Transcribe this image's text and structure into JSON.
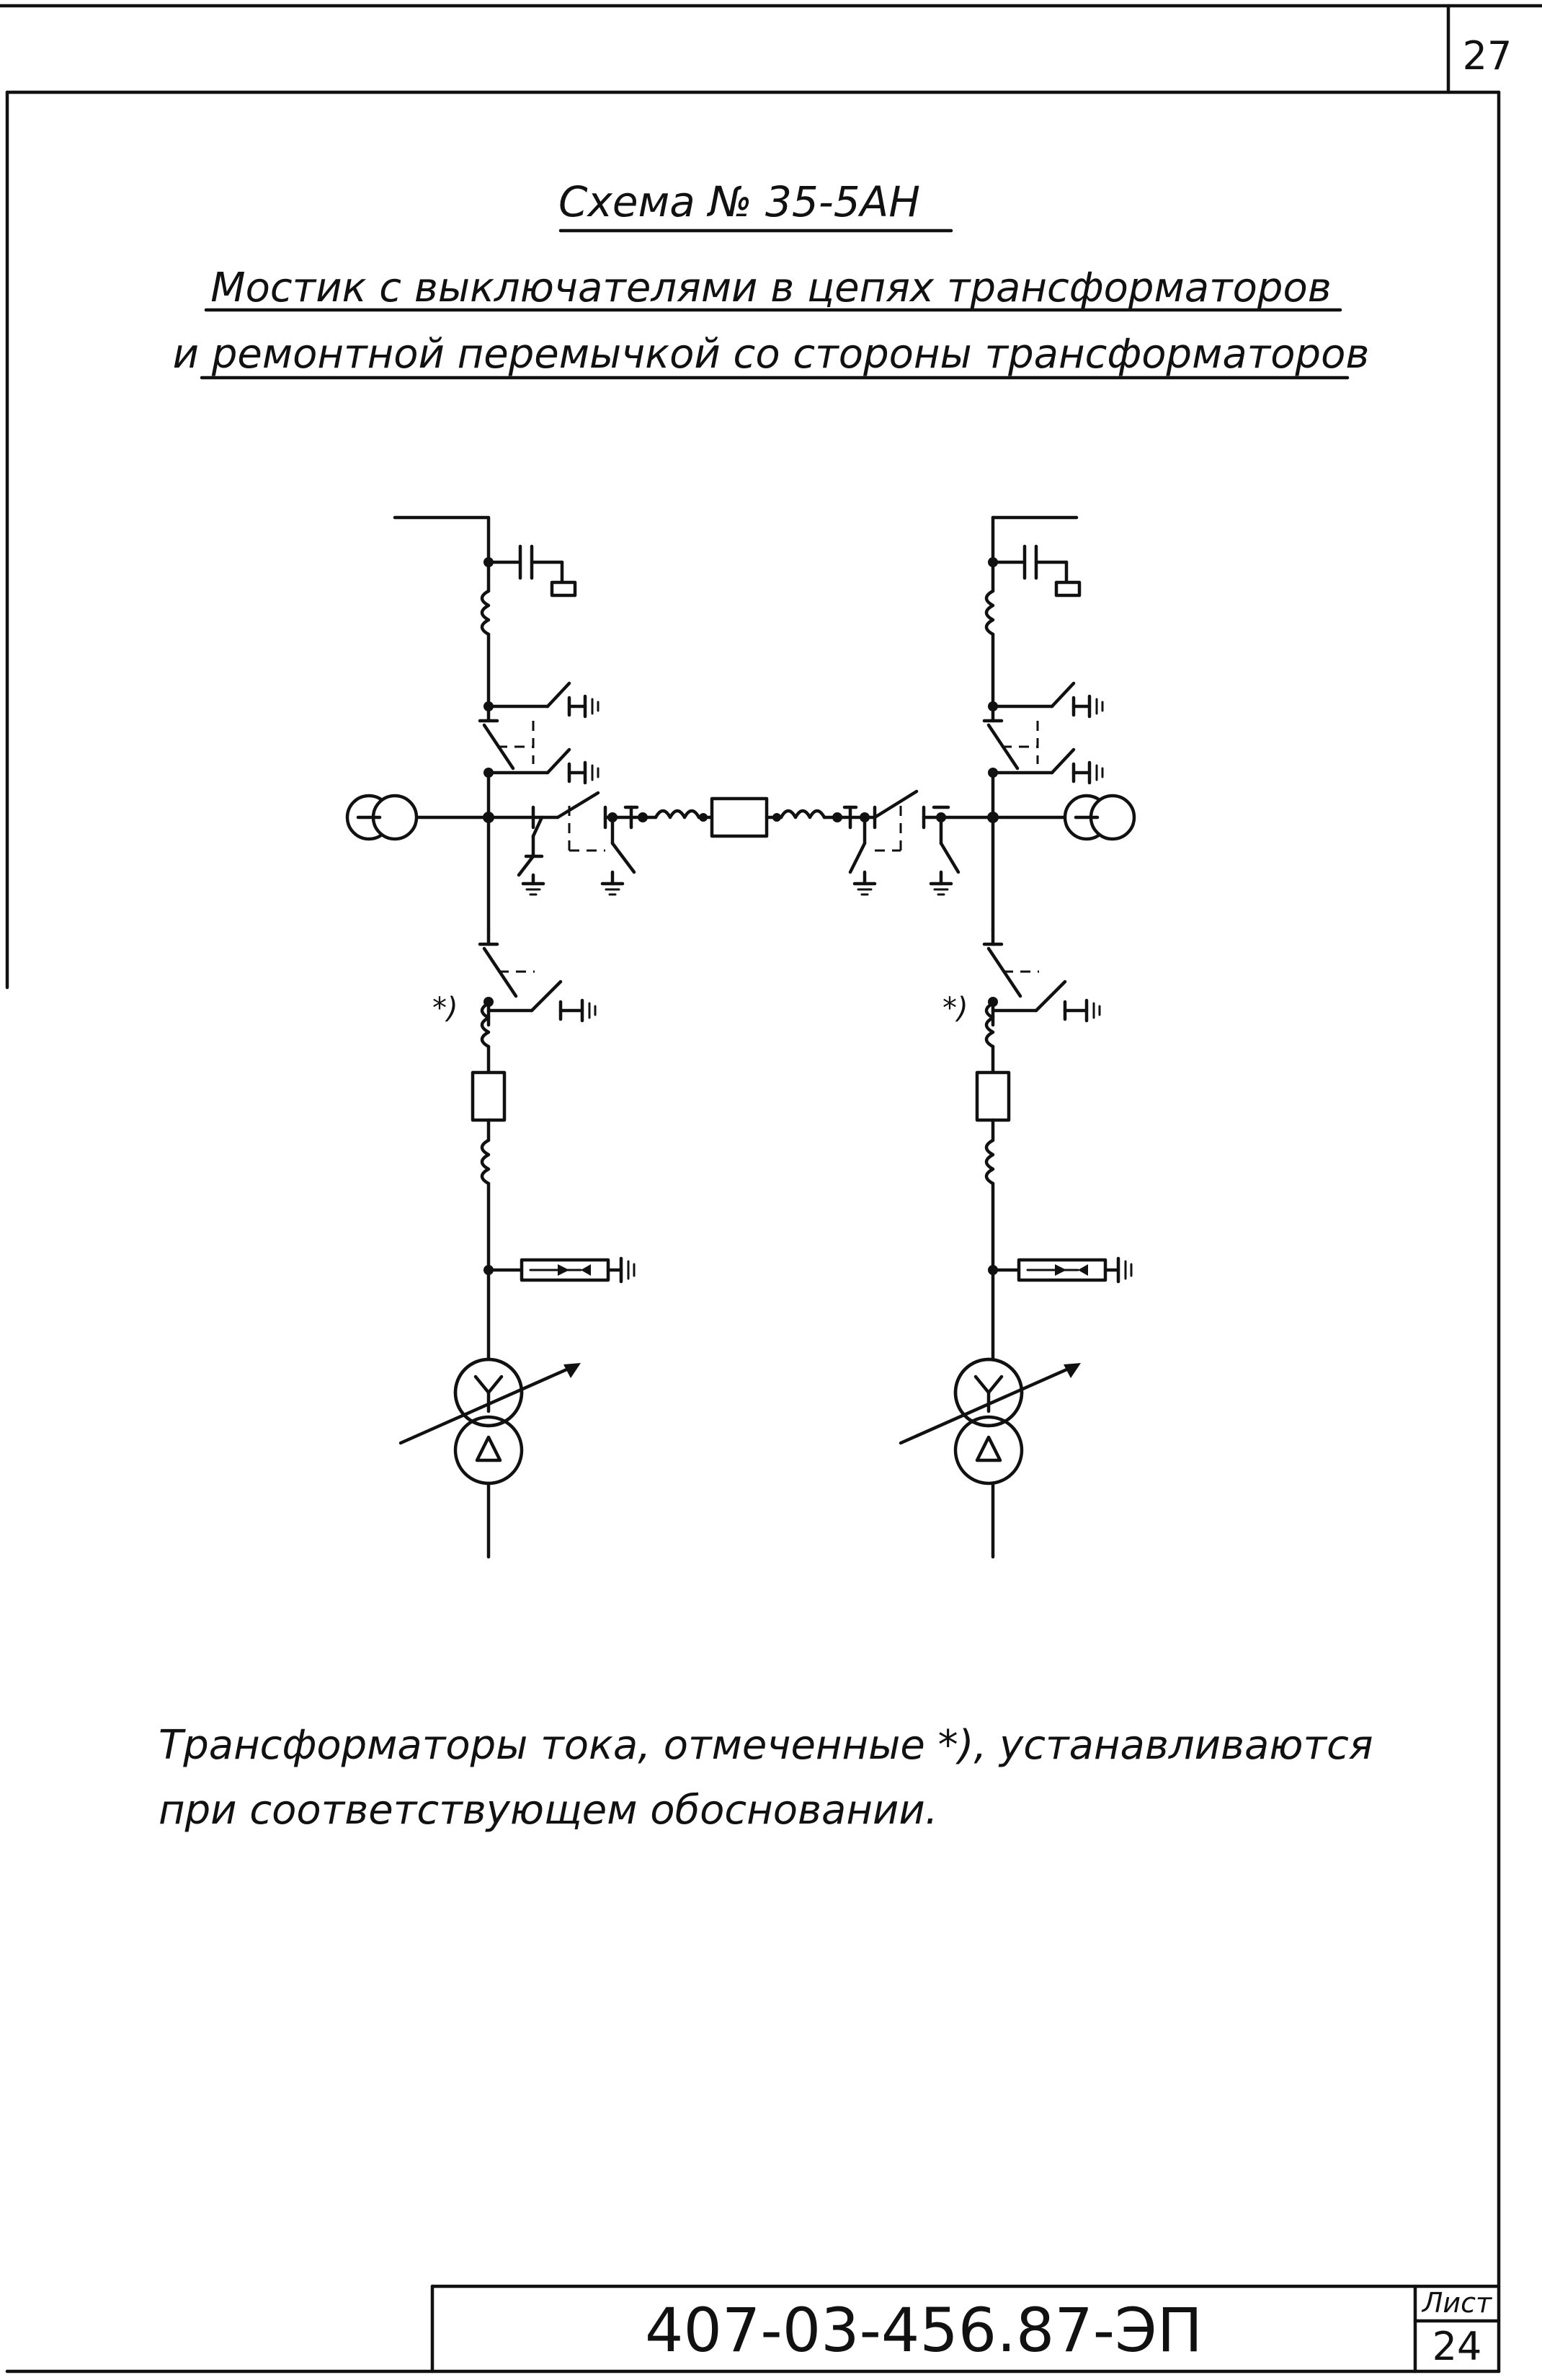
{
  "sheet": {
    "page_number_top": "27",
    "stamp_label": "Лист",
    "stamp_sheet_number": "24",
    "document_code": "407-03-456.87-ЭП"
  },
  "header": {
    "scheme_title": "Схема № 35-5АН",
    "subtitle_line1": "Мостик с выключателями в цепях трансформаторов",
    "subtitle_line2": "и ремонтной перемычкой со стороны трансформаторов"
  },
  "diagram": {
    "footnote_marker_left": "*)",
    "footnote_marker_right": "*)"
  },
  "note": {
    "line1": "Трансформаторы тока, отмеченные *), устанавливаются",
    "line2": "при соответствующем обосновании."
  }
}
